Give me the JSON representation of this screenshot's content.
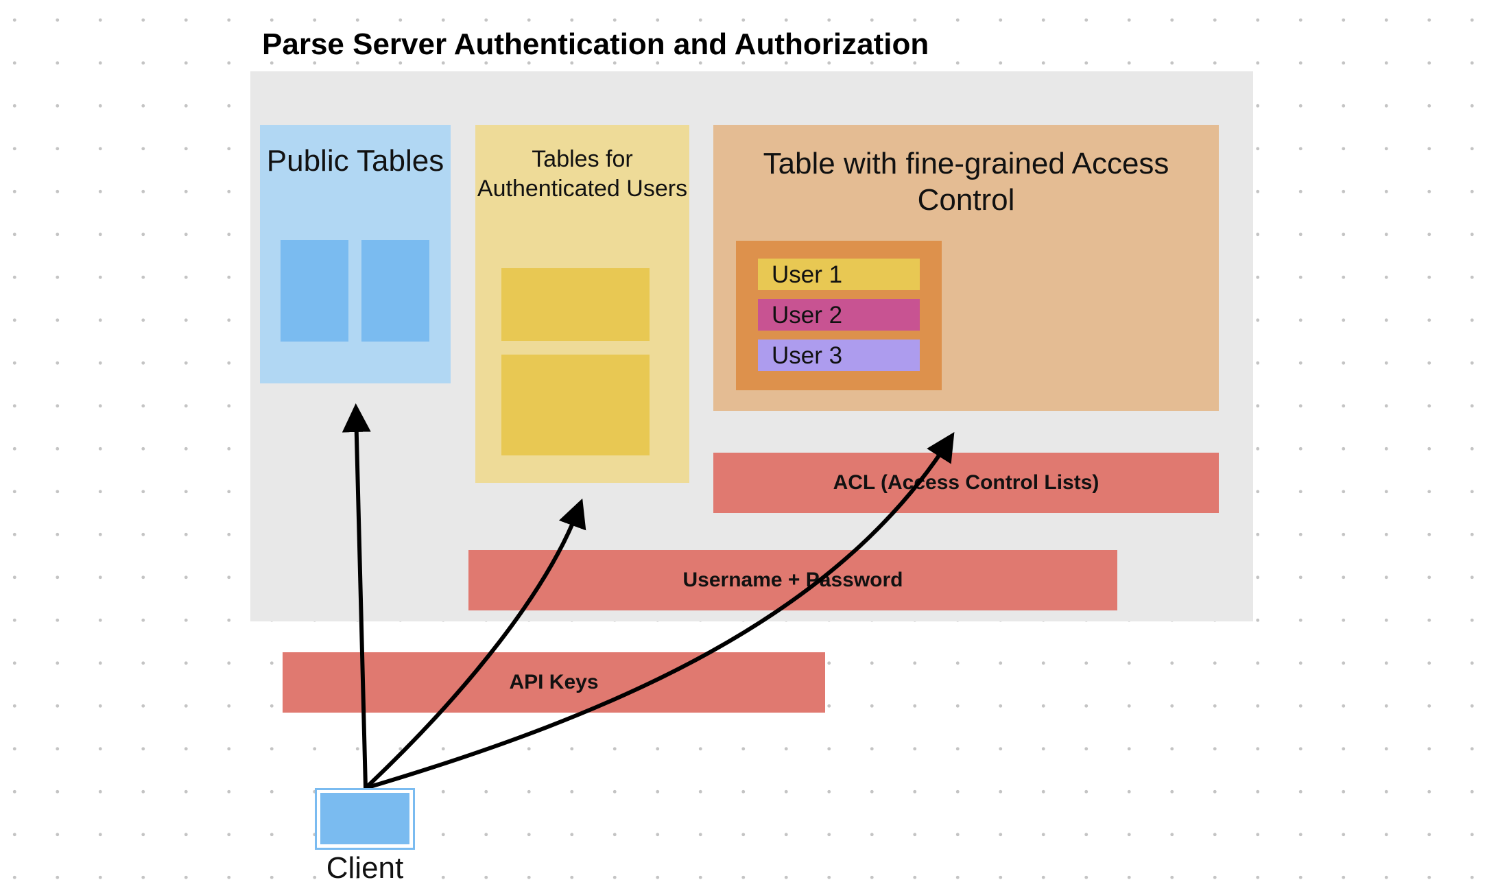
{
  "title": "Parse Server Authentication and Authorization",
  "public_tables": {
    "label": "Public Tables"
  },
  "auth_tables": {
    "label": "Tables for Authenticated Users"
  },
  "acl_table": {
    "label": "Table with fine-grained Access Control",
    "users": [
      {
        "label": "User 1",
        "color": "#e8c853"
      },
      {
        "label": "User 2",
        "color": "#c85392"
      },
      {
        "label": "User 3",
        "color": "#ad9cee"
      }
    ]
  },
  "layers": {
    "acl": "ACL (Access Control Lists)",
    "username_password": "Username + Password",
    "api_keys": "API Keys"
  },
  "client": {
    "label": "Client"
  },
  "colors": {
    "server_area": "#e8e8e8",
    "public_panel": "#b1d7f3",
    "public_tile": "#7abbf0",
    "auth_panel": "#eedb98",
    "auth_tile": "#e8c853",
    "acl_panel": "#e4bc93",
    "acl_box": "#dd914c",
    "layer": "#e07970",
    "arrow": "#000000"
  }
}
